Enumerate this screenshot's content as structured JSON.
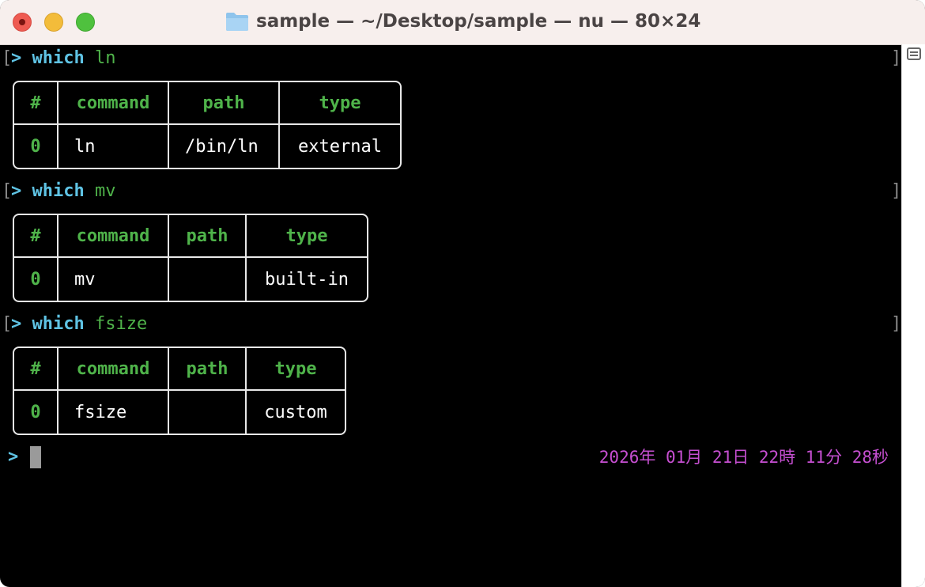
{
  "window": {
    "title": "sample — ~/Desktop/sample — nu — 80×24"
  },
  "colors": {
    "prompt": "#5fc3e4",
    "argument": "#4fb34a",
    "header": "#4fb34a",
    "datetime": "#c64fd1",
    "background": "#000000"
  },
  "icons": {
    "folder": "folder-icon",
    "scroll_marker": "scroll-marker-icon"
  },
  "terminal": {
    "blocks": [
      {
        "prompt": ">",
        "command": "which",
        "argument": "ln",
        "table": {
          "headers": [
            "#",
            "command",
            "path",
            "type"
          ],
          "rows": [
            [
              "0",
              "ln",
              "/bin/ln",
              "external"
            ]
          ]
        }
      },
      {
        "prompt": ">",
        "command": "which",
        "argument": "mv",
        "table": {
          "headers": [
            "#",
            "command",
            "path",
            "type"
          ],
          "rows": [
            [
              "0",
              "mv",
              "",
              "built-in"
            ]
          ]
        }
      },
      {
        "prompt": ">",
        "command": "which",
        "argument": "fsize",
        "table": {
          "headers": [
            "#",
            "command",
            "path",
            "type"
          ],
          "rows": [
            [
              "0",
              "fsize",
              "",
              "custom"
            ]
          ]
        }
      }
    ],
    "current_prompt": ">",
    "datetime": "2026年 01月 21日  22時 11分 28秒"
  }
}
